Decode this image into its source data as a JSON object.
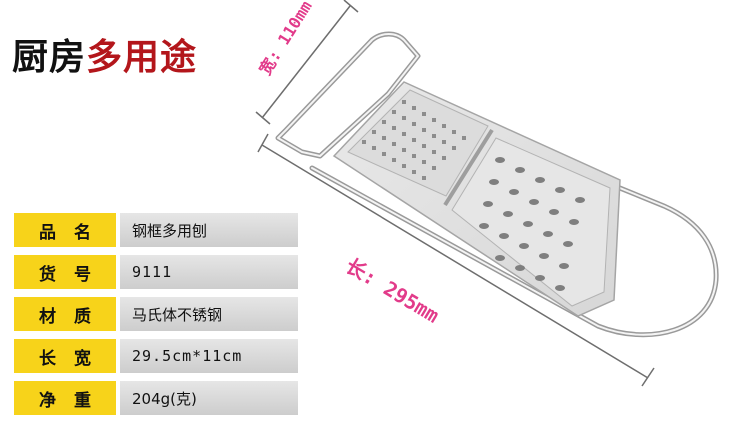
{
  "title": {
    "part1": "厨房",
    "part2": "多用途"
  },
  "dimensions": {
    "width": "宽: 110mm",
    "length": "长: 295mm"
  },
  "specs": [
    {
      "label_a": "品",
      "label_b": "名",
      "value": "钢框多用刨",
      "mono": false
    },
    {
      "label_a": "货",
      "label_b": "号",
      "value": "9111",
      "mono": true
    },
    {
      "label_a": "材",
      "label_b": "质",
      "value": "马氏体不锈钢",
      "mono": false
    },
    {
      "label_a": "长",
      "label_b": "宽",
      "value": "29.5cm*11cm",
      "mono": true
    },
    {
      "label_a": "净",
      "label_b": "重",
      "value": "204g(克)",
      "mono": false
    }
  ],
  "colors": {
    "accent_label_bg": "#f7d31a",
    "dimension_text": "#e23b8a",
    "title_red": "#b3161b"
  }
}
